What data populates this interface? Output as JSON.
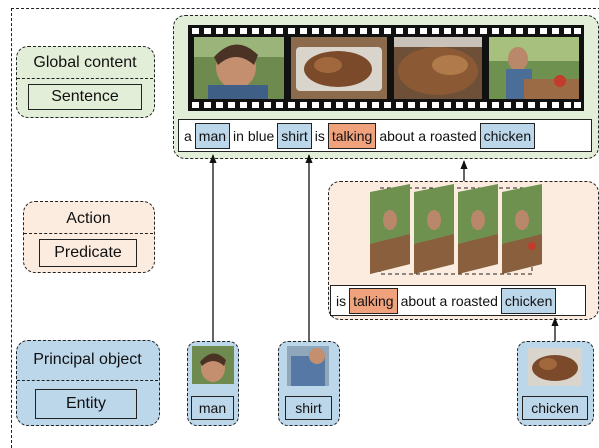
{
  "legend": {
    "global": {
      "title": "Global content",
      "box": "Sentence",
      "color": "#e3eed8"
    },
    "action": {
      "title": "Action",
      "box": "Predicate",
      "color": "#fcebdf"
    },
    "object": {
      "title": "Principal object",
      "box": "Entity",
      "color": "#bcd6ea"
    }
  },
  "global_sentence": {
    "t1": "a",
    "man": "man",
    "t2": "in blue",
    "shirt": "shirt",
    "t3": "is",
    "talking": "talking",
    "t4": "about a roasted",
    "chicken": "chicken"
  },
  "predicate_sentence": {
    "t1": "is",
    "talking": "talking",
    "t2": "about a roasted",
    "chicken": "chicken"
  },
  "entities": {
    "man": "man",
    "shirt": "shirt",
    "chicken": "chicken"
  },
  "colors": {
    "entity_blue": "#bcd6ea",
    "action_orange": "#f0a27c",
    "global_green": "#e3eed8",
    "action_bg": "#fcebdf"
  }
}
